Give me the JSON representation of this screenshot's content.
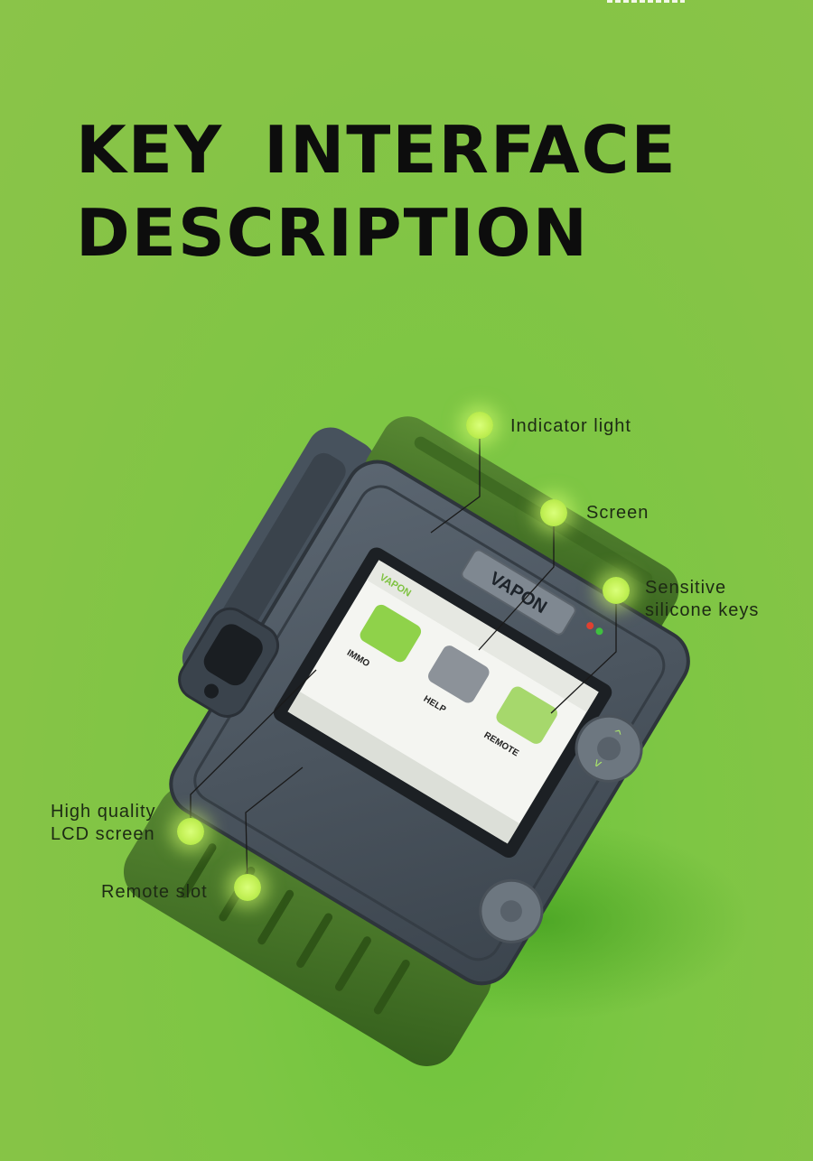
{
  "title": {
    "line1": "KEY INTERFACE",
    "line2": "DESCRIPTION"
  },
  "device": {
    "brand": "VAPON",
    "menu_items": [
      "IMMO",
      "HELP",
      "REMOTE"
    ]
  },
  "callouts": {
    "indicator": "Indicator light",
    "screen": "Screen",
    "keys_line1": "Sensitive",
    "keys_line2": "silicone keys",
    "lcd_line1": "High quality",
    "lcd_line2": "LCD screen",
    "remote": "Remote slot"
  },
  "colors": {
    "background": "#86c446",
    "title": "#0d0d0d",
    "device_body": "#4a5561",
    "device_rubber": "#4a7a2a",
    "accent_glow": "#c6f25a"
  }
}
